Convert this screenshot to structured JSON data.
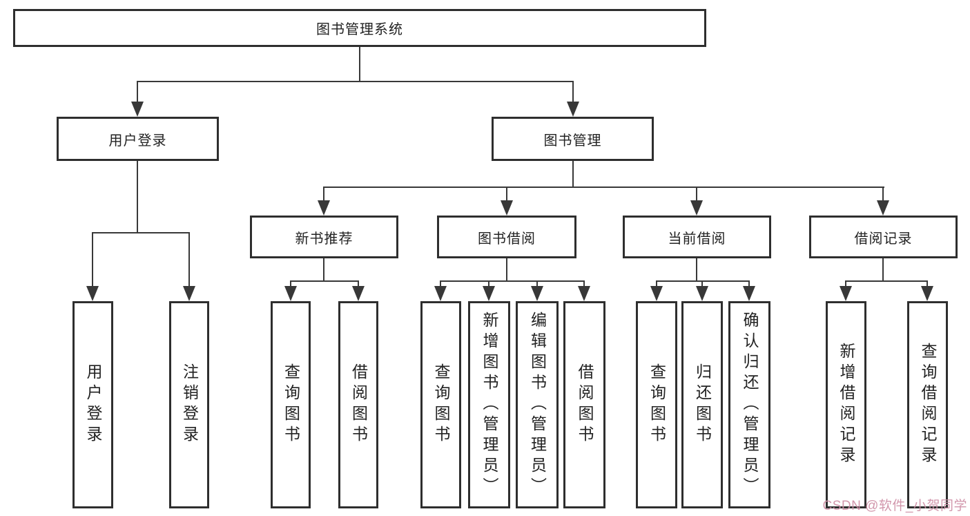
{
  "tree": {
    "root": "图书管理系统",
    "level2": [
      {
        "label": "用户登录",
        "children": [
          "用户登录",
          "注销登录"
        ]
      },
      {
        "label": "图书管理",
        "children": [
          {
            "label": "新书推荐",
            "children": [
              "查询图书",
              "借阅图书"
            ]
          },
          {
            "label": "图书借阅",
            "children": [
              "查询图书",
              "新增图书（管理员）",
              "编辑图书（管理员）",
              "借阅图书"
            ]
          },
          {
            "label": "当前借阅",
            "children": [
              "查询图书",
              "归还图书",
              "确认归还（管理员）"
            ]
          },
          {
            "label": "借阅记录",
            "children": [
              "新增借阅记录",
              "查询借阅记录"
            ]
          }
        ]
      }
    ]
  },
  "watermark": "CSDN @软件_小贺同学",
  "colors": {
    "line": "#383838",
    "box_border": "#2e2e2e",
    "text": "#222222",
    "watermark": "#ce8ea5",
    "background": "#ffffff"
  }
}
